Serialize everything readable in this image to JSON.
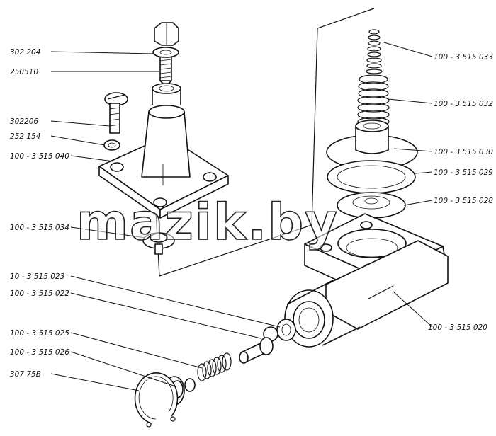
{
  "labels": {
    "l_302204": "302 204",
    "l_250510": "250510",
    "l_302206": "302206",
    "l_252154": "252 154",
    "l_040": "100 - 3 515 040",
    "l_034": "100 - 3 515 034",
    "l_023": "10 - 3 515 023",
    "l_022": "100 - 3 515 022",
    "l_025": "100 - 3 515 025",
    "l_026": "100 - 3 515 026",
    "l_30775": "307 75B",
    "l_033": "100 - 3 515 033",
    "l_032": "100 - 3 515 032",
    "l_030": "100 - 3 515 030",
    "l_029": "100 - 3 515 029",
    "l_028": "100 - 3 515 028",
    "l_020": "100 - 3 515 020"
  },
  "watermark": "mazik.by"
}
